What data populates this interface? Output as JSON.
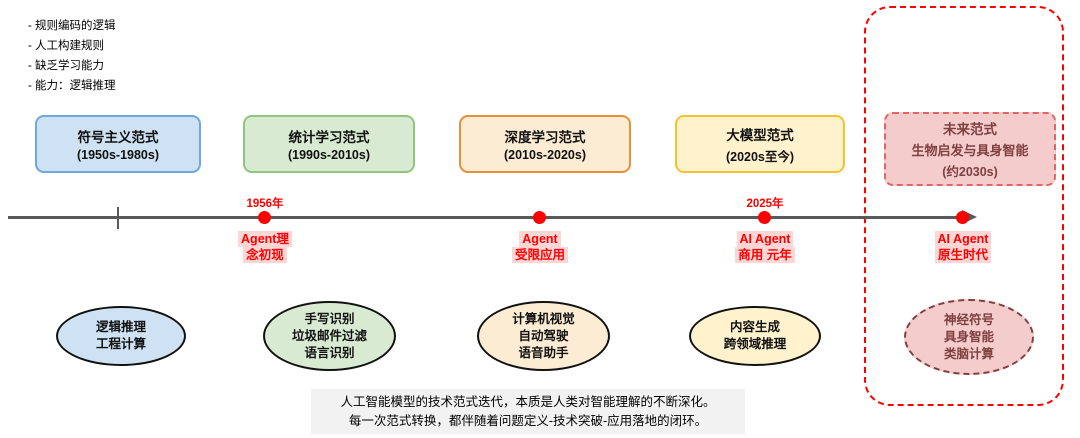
{
  "notes": {
    "lines": [
      "- 规则编码的逻辑",
      "- 人工构建规则",
      "- 缺乏学习能力",
      "- 能力：逻辑推理"
    ]
  },
  "paradigms": [
    {
      "title": "符号主义范式",
      "period": "(1950s-1980s)",
      "examples": [
        "逻辑推理",
        "工程计算"
      ]
    },
    {
      "title": "统计学习范式",
      "period": "(1990s-2010s)",
      "examples": [
        "手写识别",
        "垃圾邮件过滤",
        "语言识别"
      ]
    },
    {
      "title": "深度学习范式",
      "period": "(2010s-2020s)",
      "examples": [
        "计算机视觉",
        "自动驾驶",
        "语音助手"
      ]
    },
    {
      "title": "大模型范式",
      "period": "(2020s至今)",
      "examples": [
        "内容生成",
        "跨领域推理"
      ]
    },
    {
      "title": "未来范式",
      "subtitle": "生物启发与具身智能",
      "period": "(约2030s)",
      "examples": [
        "神经符号",
        "具身智能",
        "类脑计算"
      ]
    }
  ],
  "timeline": {
    "milestones": [
      {
        "year": "1956年",
        "lines": [
          "Agent理",
          "念初现"
        ]
      },
      {
        "lines": [
          "Agent",
          "受限应用"
        ]
      },
      {
        "year": "2025年",
        "lines": [
          "AI Agent",
          "商用 元年"
        ]
      },
      {
        "lines": [
          "AI Agent",
          "原生时代"
        ]
      }
    ]
  },
  "footer": {
    "lines": [
      "人工智能模型的技术范式迭代，本质是人类对智能理解的不断深化。",
      "每一次范式转换，都伴随着问题定义-技术突破-应用落地的闭环。"
    ]
  },
  "colors": {
    "timeline_arrow": "#595959",
    "milestone_red": "#ff0000",
    "milestone_highlight": "#fdd6d6",
    "box_blue_bg": "#cfe2f3",
    "box_blue_border": "#6fa8dc",
    "box_green_bg": "#d9ead3",
    "box_green_border": "#93c47d",
    "box_orange_bg": "#fcecd3",
    "box_orange_border": "#e69138",
    "box_yellow_bg": "#fff2cc",
    "box_yellow_border": "#f1c232",
    "box_pink_bg": "#f4cccc",
    "box_pink_border": "#e06666",
    "future_dashed_border": "#ff0000",
    "footer_bg": "#f2f2f2"
  }
}
